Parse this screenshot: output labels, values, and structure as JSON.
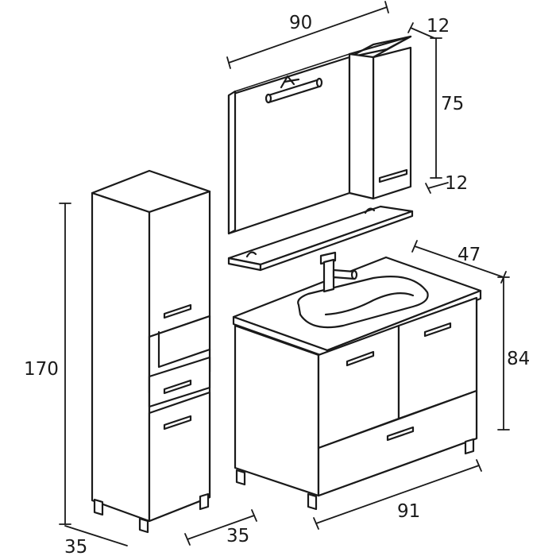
{
  "dimensions": {
    "mirror_width": "90",
    "mirror_cabinet_depth_top": "12",
    "mirror_height": "75",
    "mirror_cabinet_depth_bottom": "12",
    "vanity_depth": "47",
    "vanity_height": "84",
    "vanity_width": "91",
    "column_height": "170",
    "column_width": "35",
    "column_depth": "35"
  }
}
